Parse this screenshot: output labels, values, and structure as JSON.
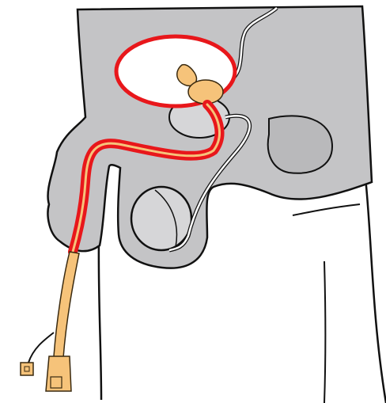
{
  "diagram": {
    "subject": "urinary-catheter-anatomy",
    "colors": {
      "tissue": "#c4c4c6",
      "tissue_outline": "#111111",
      "organ_light": "#d6d6d8",
      "catheter": "#f6c37a",
      "catheter_outline": "#3a2a10",
      "highlight": "#e8171b",
      "vessel": "#ffffff",
      "background": "#ffffff"
    },
    "icons": [
      "bladder",
      "balloon-catheter",
      "urethra-highlight",
      "drainage-tube",
      "valve-connector",
      "leg"
    ]
  }
}
